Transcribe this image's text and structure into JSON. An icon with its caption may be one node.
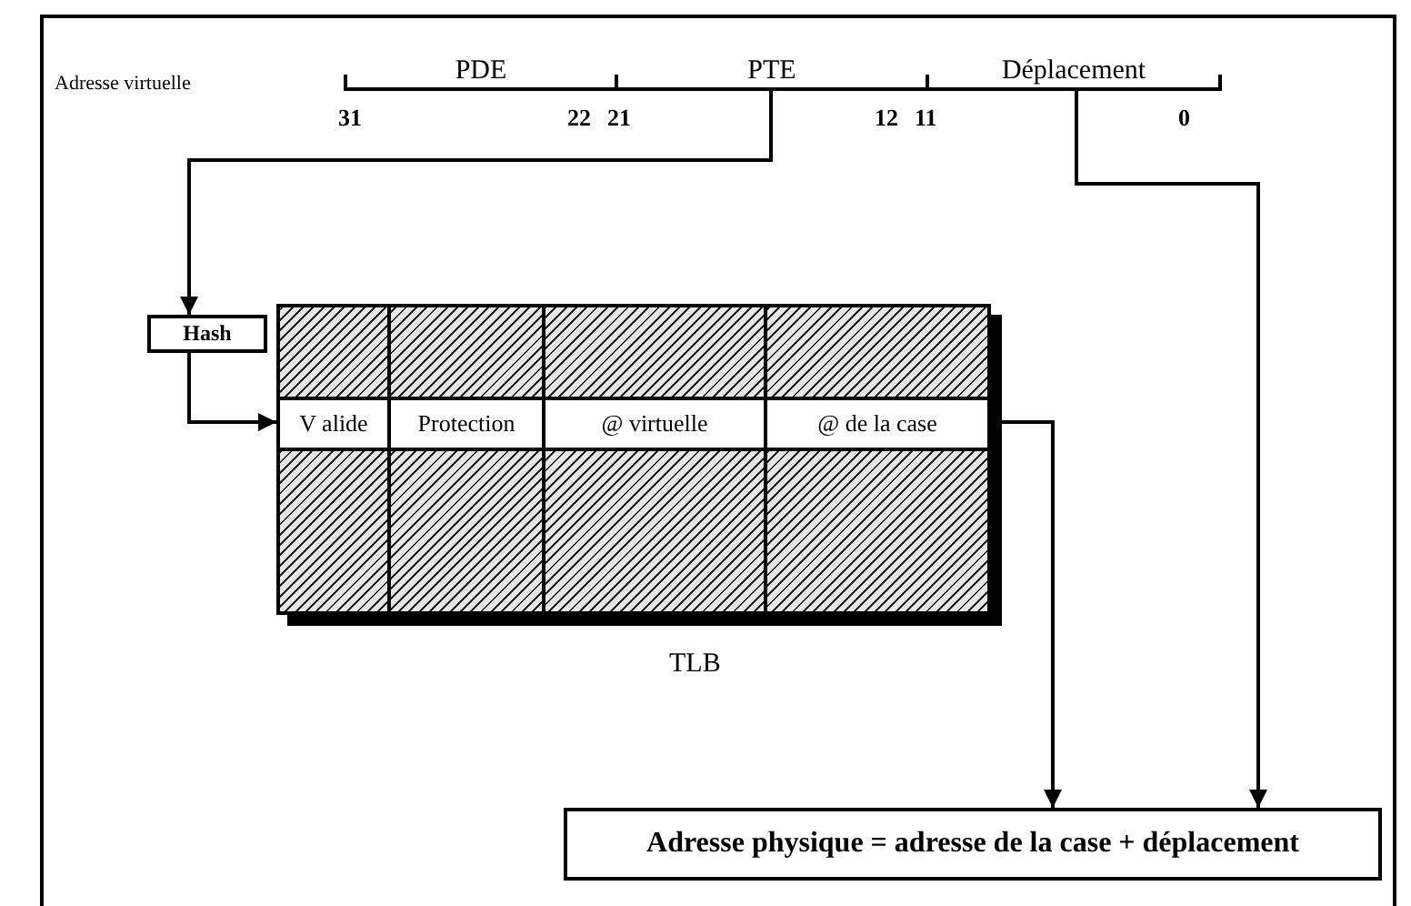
{
  "diagram": {
    "nodes": [
      {
        "text": [
          "PDE"
        ]
      },
      {
        "text": [
          "PTE"
        ]
      },
      {
        "text": [
          "Déplacement"
        ]
      },
      {
        "text": [
          "Hash"
        ]
      },
      {
        "text": [],
        "shape": "box",
        "beside": [
          "TLB"
        ]
      },
      {
        "text": [
          "V alide"
        ],
        "in": 4
      },
      {
        "text": [
          "Protection"
        ],
        "in": 4
      },
      {
        "text": [
          "@ virtuelle"
        ],
        "in": 4
      },
      {
        "text": [
          "@ de la case"
        ],
        "in": 4
      },
      {
        "text": [
          "Adresse physique = adresse de la case + déplacement"
        ]
      }
    ],
    "edges": [
      {
        "from": 1,
        "to": 3,
        "arrow": "to"
      },
      {
        "from": 3,
        "to": 5,
        "arrow": "to"
      },
      {
        "from": 8,
        "to": 9,
        "arrow": "to"
      },
      {
        "from": 2,
        "to": 9,
        "arrow": "to"
      }
    ],
    "labels": [
      "Adresse virtuelle",
      "31",
      "22",
      "21",
      "12",
      "11",
      "0"
    ]
  }
}
